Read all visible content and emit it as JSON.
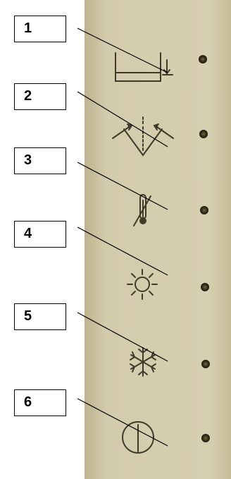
{
  "callouts": [
    {
      "number": "1",
      "symbol": "water-level-icon",
      "light": "indicator-led"
    },
    {
      "number": "2",
      "symbol": "defrost-icon",
      "light": "indicator-led"
    },
    {
      "number": "3",
      "symbol": "thermometer-icon",
      "light": "indicator-led"
    },
    {
      "number": "4",
      "symbol": "sun-icon",
      "light": "indicator-led"
    },
    {
      "number": "5",
      "symbol": "snowflake-icon",
      "light": "indicator-led"
    },
    {
      "number": "6",
      "symbol": "power-icon",
      "light": "indicator-led"
    }
  ],
  "colors": {
    "panel": "#d3ccac",
    "panel_shadow": "#bfb693",
    "symbol_stroke": "#3f3a2a",
    "led": "#2c2818",
    "led_center": "#6b5a36"
  }
}
